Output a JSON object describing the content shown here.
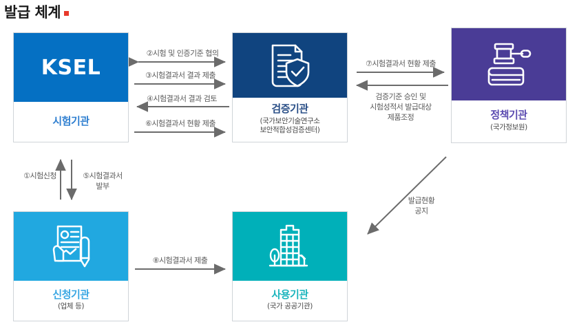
{
  "title": {
    "text": "발급 체계",
    "accent_color": "#e8392b"
  },
  "nodes": [
    {
      "id": "test-institution",
      "logo_text": "KSEL",
      "icon": "ksel-wordmark-logo",
      "label": "시험기관",
      "sub": "",
      "header_color": "#0570c3",
      "label_color": "#2f7fd0"
    },
    {
      "id": "verification-institution",
      "logo_text": "",
      "icon": "document-shield-icon",
      "label": "검증기관",
      "sub_line1": "(국가보안기술연구소",
      "sub_line2": "보안적합성검증센터)",
      "header_color": "#10447f",
      "label_color": "#2a4f87"
    },
    {
      "id": "policy-institution",
      "logo_text": "",
      "icon": "gavel-book-icon",
      "label": "정책기관",
      "sub": "(국가정보원)",
      "header_color": "#4a3c96",
      "label_color": "#5b4bb0"
    },
    {
      "id": "applicant-institution",
      "logo_text": "",
      "icon": "hand-signing-document-icon",
      "label": "신청기관",
      "sub": "(업체 등)",
      "header_color": "#21a8e0",
      "label_color": "#3aa7e3"
    },
    {
      "id": "user-institution",
      "logo_text": "",
      "icon": "government-building-icon",
      "label": "사용기관",
      "sub": "(국가 공공기관)",
      "header_color": "#00b0b9",
      "label_color": "#1cb5bd"
    }
  ],
  "flows": {
    "test_to_verify": [
      {
        "id": "flow-2",
        "text": "②시험 및 인증기준 협의",
        "direction": "both"
      },
      {
        "id": "flow-3",
        "text": "③시험결과서 결과 제출",
        "direction": "right"
      },
      {
        "id": "flow-4",
        "text": "④시험결과서 결과 검토",
        "direction": "left"
      },
      {
        "id": "flow-6",
        "text": "⑥시험결과서 현황 제출",
        "direction": "right"
      }
    ],
    "verify_to_policy": [
      {
        "id": "flow-7",
        "text": "⑦시험결과서 현황 제출",
        "direction": "right"
      },
      {
        "id": "flow-approval",
        "text_line1": "검증기준 승인 및",
        "text_line2": "시험성적서 발급대상",
        "text_line3": "제품조정",
        "direction": "left"
      }
    ],
    "applicant_to_test": [
      {
        "id": "flow-1",
        "text": "①시험신청",
        "direction": "up"
      },
      {
        "id": "flow-5",
        "text_line1": "⑤시험결과서",
        "text_line2": "발부",
        "direction": "down"
      }
    ],
    "applicant_to_user": [
      {
        "id": "flow-8",
        "text": "⑧시험결과서 제출",
        "direction": "right"
      }
    ],
    "policy_to_user": [
      {
        "id": "flow-notice",
        "text_line1": "발급현황",
        "text_line2": "공지",
        "direction": "diagonal-down-left"
      }
    ]
  },
  "colors": {
    "arrow": "#6b6b6b",
    "box_border": "#cfd4d8",
    "label_text": "#5a5a5a"
  }
}
